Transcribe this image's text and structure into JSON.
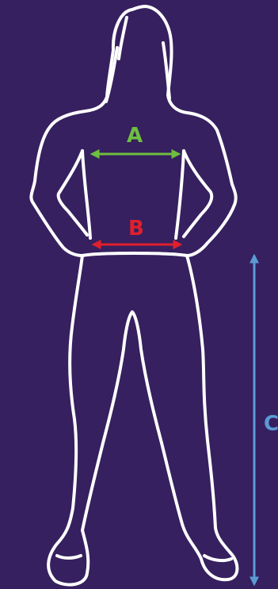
{
  "colors": {
    "background": "#36205f",
    "outline": "#ffffff",
    "a": "#6ebf3f",
    "b": "#e0202c",
    "c": "#5b9bd5"
  },
  "labels": {
    "a": "A",
    "b": "B",
    "c": "C"
  }
}
